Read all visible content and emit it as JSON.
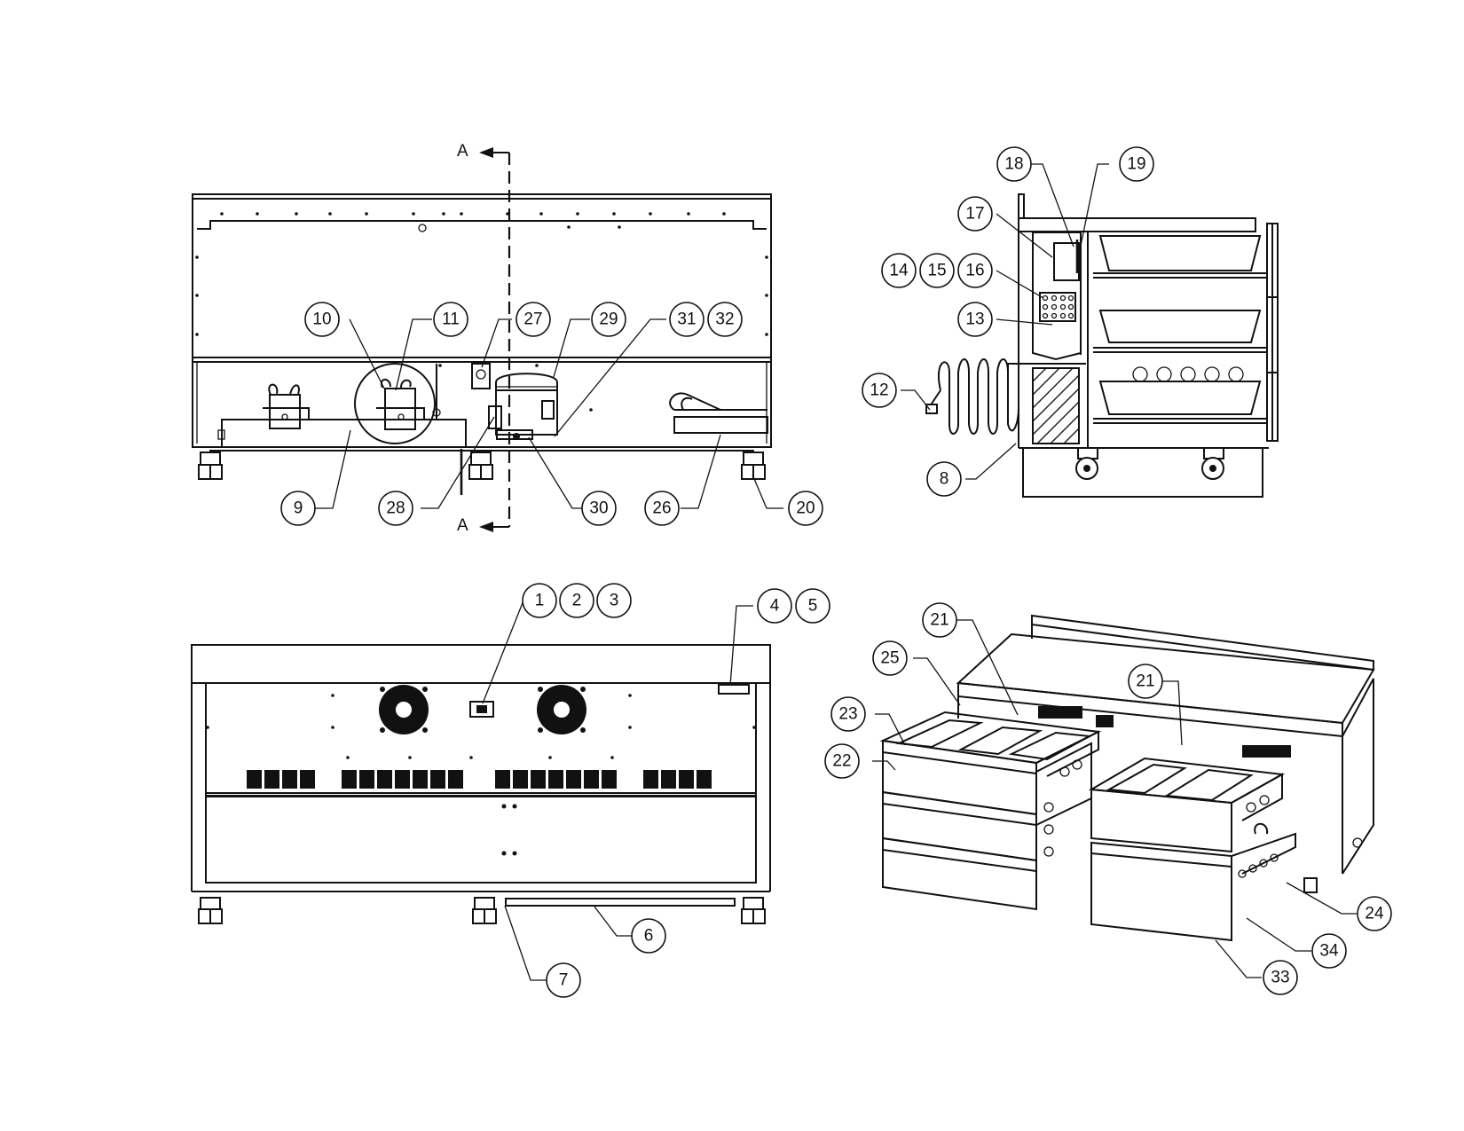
{
  "section_marker": {
    "top_label": "A",
    "bottom_label": "A"
  },
  "balloons": {
    "b1": "1",
    "b2": "2",
    "b3": "3",
    "b4": "4",
    "b5": "5",
    "b6": "6",
    "b7": "7",
    "b8": "8",
    "b9": "9",
    "b10": "10",
    "b11": "11",
    "b12": "12",
    "b13": "13",
    "b14": "14",
    "b15": "15",
    "b16": "16",
    "b17": "17",
    "b18": "18",
    "b19": "19",
    "b20": "20",
    "b21a": "21",
    "b21b": "21",
    "b22": "22",
    "b23": "23",
    "b24": "24",
    "b25": "25",
    "b26": "26",
    "b27": "27",
    "b28": "28",
    "b29": "29",
    "b30": "30",
    "b31": "31",
    "b32": "32",
    "b33": "33",
    "b34": "34"
  },
  "colors": {
    "line": "#111111",
    "background": "#ffffff"
  }
}
